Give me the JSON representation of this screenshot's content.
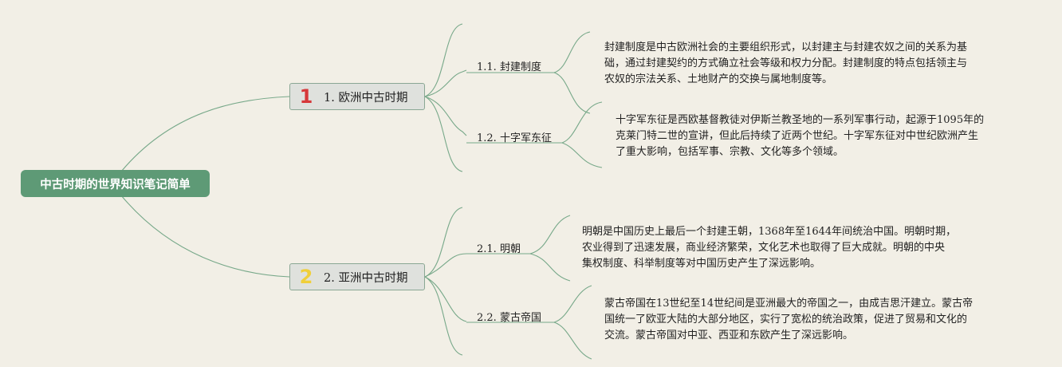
{
  "diagram": {
    "root": {
      "label": "中古时期的世界知识笔记简单"
    },
    "branches": [
      {
        "number": "1",
        "label": "1. 欧洲中古时期",
        "number_color": "#d6383a",
        "children": [
          {
            "label": "1.1. 封建制度",
            "text": [
              "封建制度是中古欧洲社会的主要组织形式，以封建主与封建农奴之间的关系为基",
              "础，通过封建契约的方式确立社会等级和权力分配。封建制度的特点包括领主与",
              "农奴的宗法关系、土地财产的交换与属地制度等。"
            ]
          },
          {
            "label": "1.2. 十字军东征",
            "text": [
              "十字军东征是西欧基督教徒对伊斯兰教圣地的一系列军事行动，起源于1095年的",
              "克莱门特二世的宣讲，但此后持续了近两个世纪。十字军东征对中世纪欧洲产生",
              "了重大影响，包括军事、宗教、文化等多个领域。"
            ]
          }
        ]
      },
      {
        "number": "2",
        "label": "2. 亚洲中古时期",
        "number_color": "#f0cf3a",
        "children": [
          {
            "label": "2.1. 明朝",
            "text": [
              "明朝是中国历史上最后一个封建王朝，1368年至1644年间统治中国。明朝时期，",
              "农业得到了迅速发展，商业经济繁荣，文化艺术也取得了巨大成就。明朝的中央",
              "集权制度、科举制度等对中国历史产生了深远影响。"
            ]
          },
          {
            "label": "2.2. 蒙古帝国",
            "text": [
              "蒙古帝国在13世纪至14世纪间是亚洲最大的帝国之一，由成吉思汗建立。蒙古帝",
              "国统一了欧亚大陆的大部分地区，实行了宽松的统治政策，促进了贸易和文化的",
              "交流。蒙古帝国对中亚、西亚和东欧产生了深远影响。"
            ]
          }
        ]
      }
    ],
    "colors": {
      "background": "#f2efe6",
      "root_fill": "#5e9a76",
      "line": "#77a889",
      "branch_fill": "#dfe1dd"
    }
  }
}
